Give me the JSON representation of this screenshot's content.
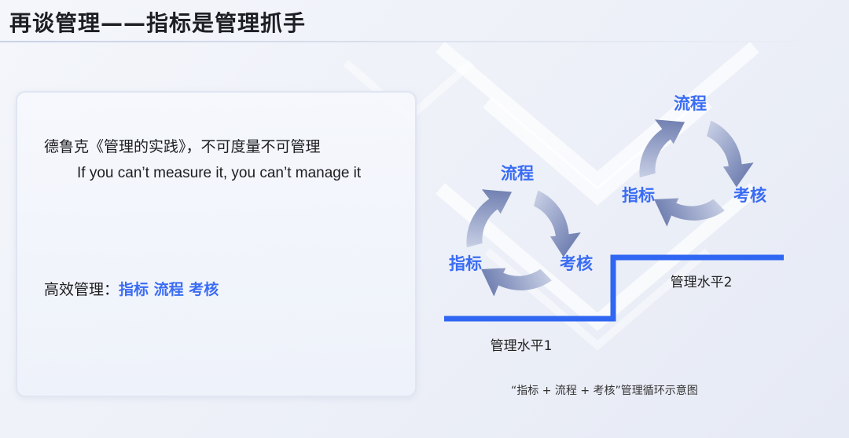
{
  "header": {
    "title": "再谈管理——指标是管理抓手"
  },
  "card": {
    "quote_cn": "德鲁克《管理的实践》，不可度量不可管理",
    "quote_en": "If you can’t measure it, you can’t manage it",
    "efficient_label": "高效管理：",
    "efficient_terms": "指标 流程 考核"
  },
  "cycle_low": {
    "top": "流程",
    "left": "指标",
    "right": "考核"
  },
  "cycle_high": {
    "top": "流程",
    "left": "指标",
    "right": "考核"
  },
  "levels": {
    "level1": "管理水平1",
    "level2": "管理水平2"
  },
  "caption": "“指标 + 流程 + 考核”管理循环示意图",
  "colors": {
    "accent": "#3a6cf4",
    "arrow_dark": "#5e6fa6",
    "arrow_light": "#cdd4e8"
  }
}
